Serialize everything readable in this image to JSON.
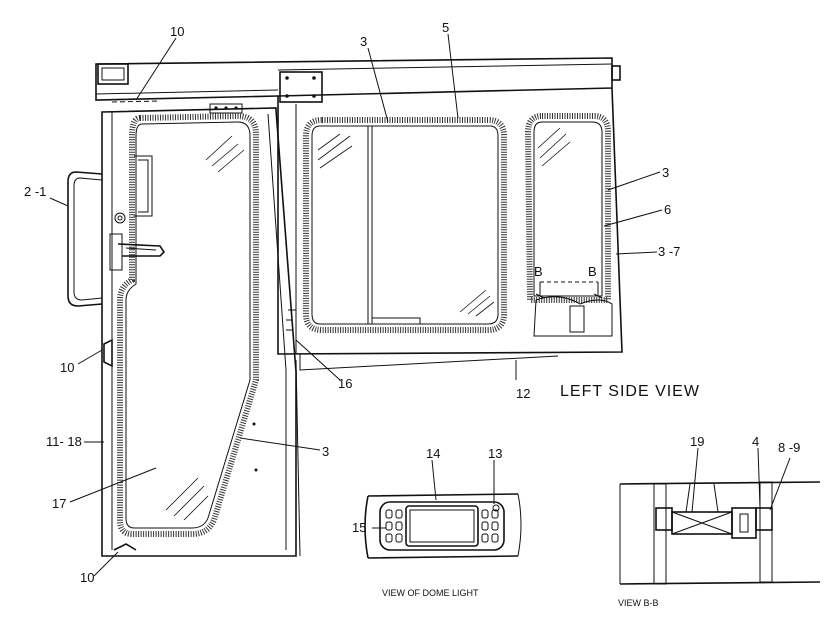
{
  "callouts": {
    "c10_top": "10",
    "c3_top": "3",
    "c5": "5",
    "c2_1": "2 -1",
    "c3_right": "3",
    "c6": "6",
    "c3_7": "3 -7",
    "c10_mid": "10",
    "c16": "16",
    "c12": "12",
    "c11_18": "11- 18",
    "c3_door": "3",
    "c17": "17",
    "c10_bottom": "10",
    "c14": "14",
    "c13": "13",
    "c15": "15",
    "c19": "19",
    "c4": "4",
    "c8_9": "8 -9",
    "b_left": "B",
    "b_right": "B"
  },
  "captions": {
    "left_side_view": "LEFT SIDE VIEW",
    "dome_light": "VIEW OF DOME LIGHT",
    "view_bb": "VIEW B-B"
  }
}
